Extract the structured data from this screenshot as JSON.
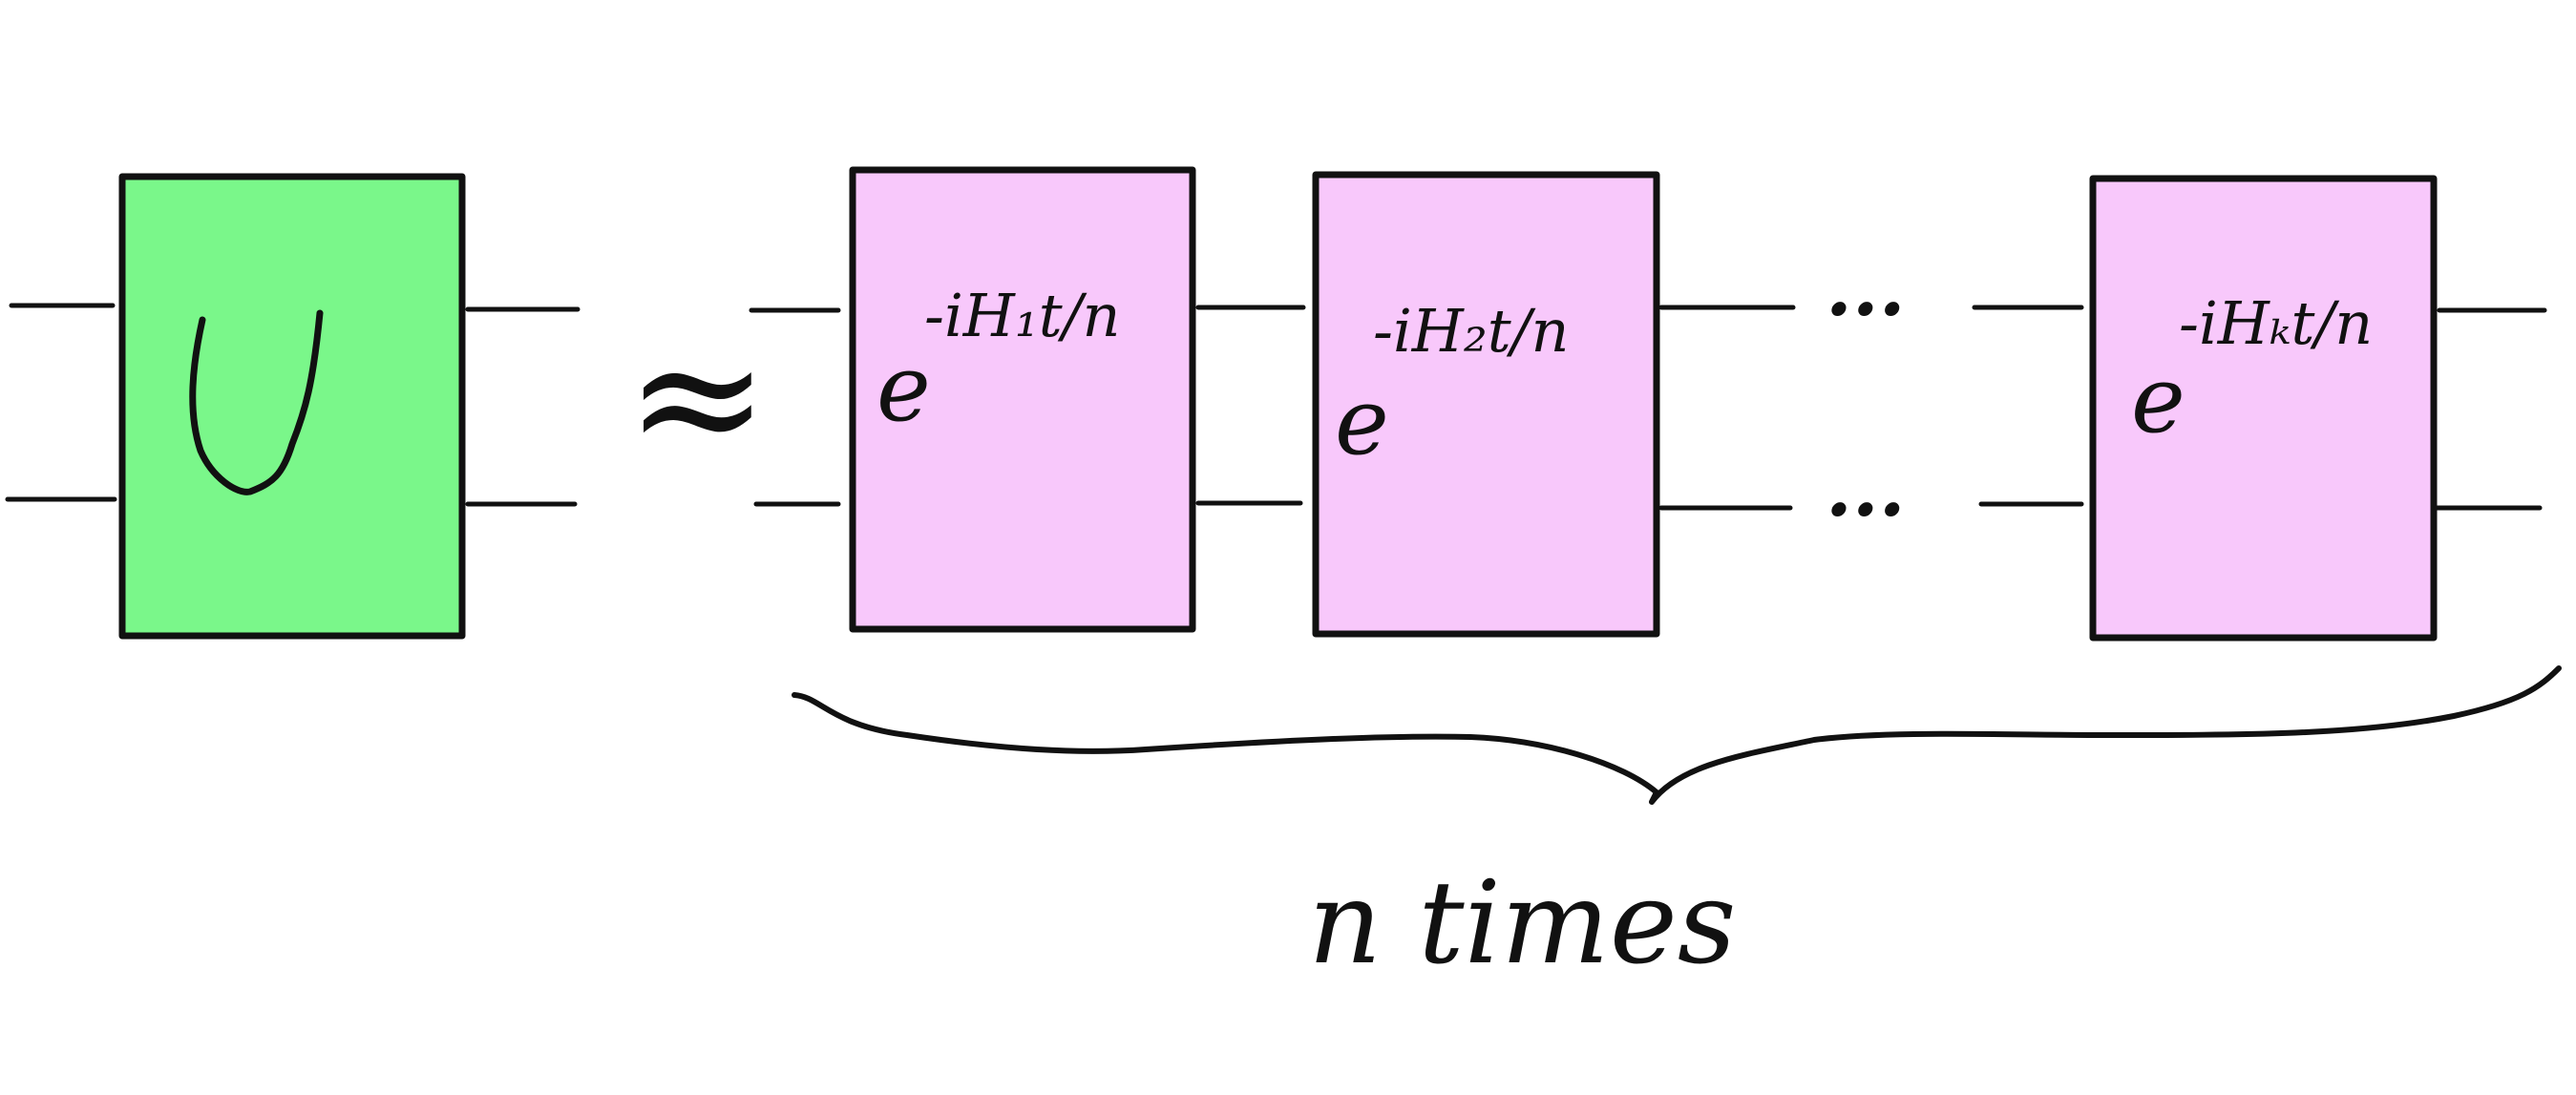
{
  "diagram": {
    "unitary": {
      "label": "U",
      "color": "#7af78a"
    },
    "approx_symbol": "≈",
    "gates": [
      {
        "base": "e",
        "exponent": "-iH₁t/n",
        "color": "#f8c8fb"
      },
      {
        "base": "e",
        "exponent": "-iH₂t/n",
        "color": "#f8c8fb"
      },
      {
        "base": "e",
        "exponent": "-iHₖt/n",
        "color": "#f8c8fb"
      }
    ],
    "ellipsis": "...",
    "brace_label": "n  times"
  }
}
